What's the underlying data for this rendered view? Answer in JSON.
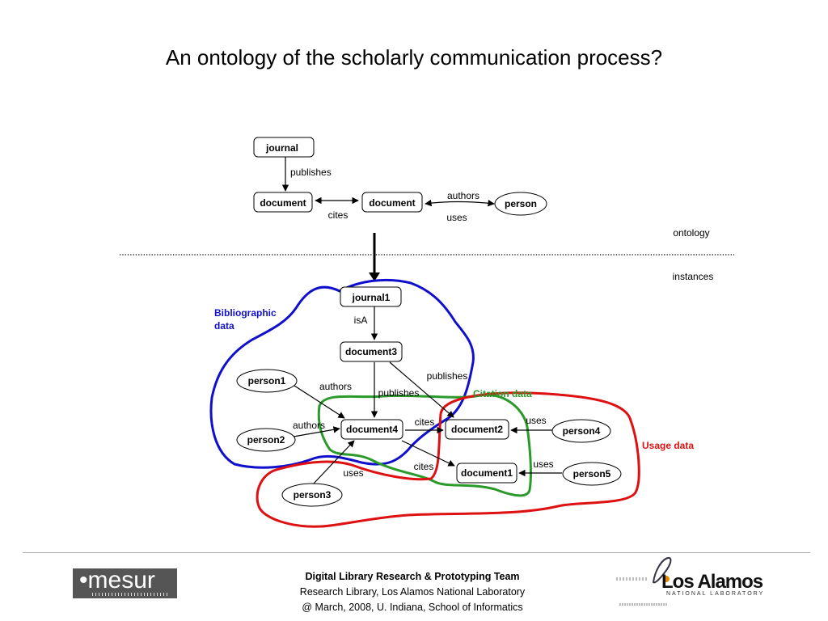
{
  "slide": {
    "title": "An ontology of the scholarly communication process?"
  },
  "ontology": {
    "nodes": {
      "journal": "journal",
      "document_left": "document",
      "document_mid": "document",
      "person": "person"
    },
    "edges": {
      "publishes": "publishes",
      "cites": "cites",
      "authors": "authors",
      "uses": "uses"
    },
    "section_label": "ontology"
  },
  "instances": {
    "section_label": "instances",
    "nodes": {
      "journal1": "journal1",
      "document3": "document3",
      "document4": "document4",
      "document2": "document2",
      "document1": "document1",
      "person1": "person1",
      "person2": "person2",
      "person3": "person3",
      "person4": "person4",
      "person5": "person5"
    },
    "edges": {
      "isA": "isA",
      "publishes_right": "publishes",
      "publishes_down": "publishes",
      "authors_p1": "authors",
      "authors_p2": "authors",
      "cites_d4_d2": "cites",
      "cites_d4_d1": "cites",
      "uses_p4": "uses",
      "uses_p5": "uses",
      "uses_p3": "uses"
    },
    "regions": {
      "bibliographic_line1": "Bibliographic",
      "bibliographic_line2": "data",
      "citation": "Citation data",
      "usage": "Usage data"
    }
  },
  "colors": {
    "bibliographic": "#1010cc",
    "citation": "#2a9a2a",
    "usage": "#dd1111"
  },
  "footer": {
    "logo_left": "mesur",
    "line1": "Digital Library Research & Prototyping Team",
    "line2": "Research Library, Los Alamos National Laboratory",
    "line3": "@ March, 2008, U. Indiana, School of Informatics",
    "logo_right_name": "Los Alamos",
    "logo_right_sub": "NATIONAL LABORATORY"
  }
}
